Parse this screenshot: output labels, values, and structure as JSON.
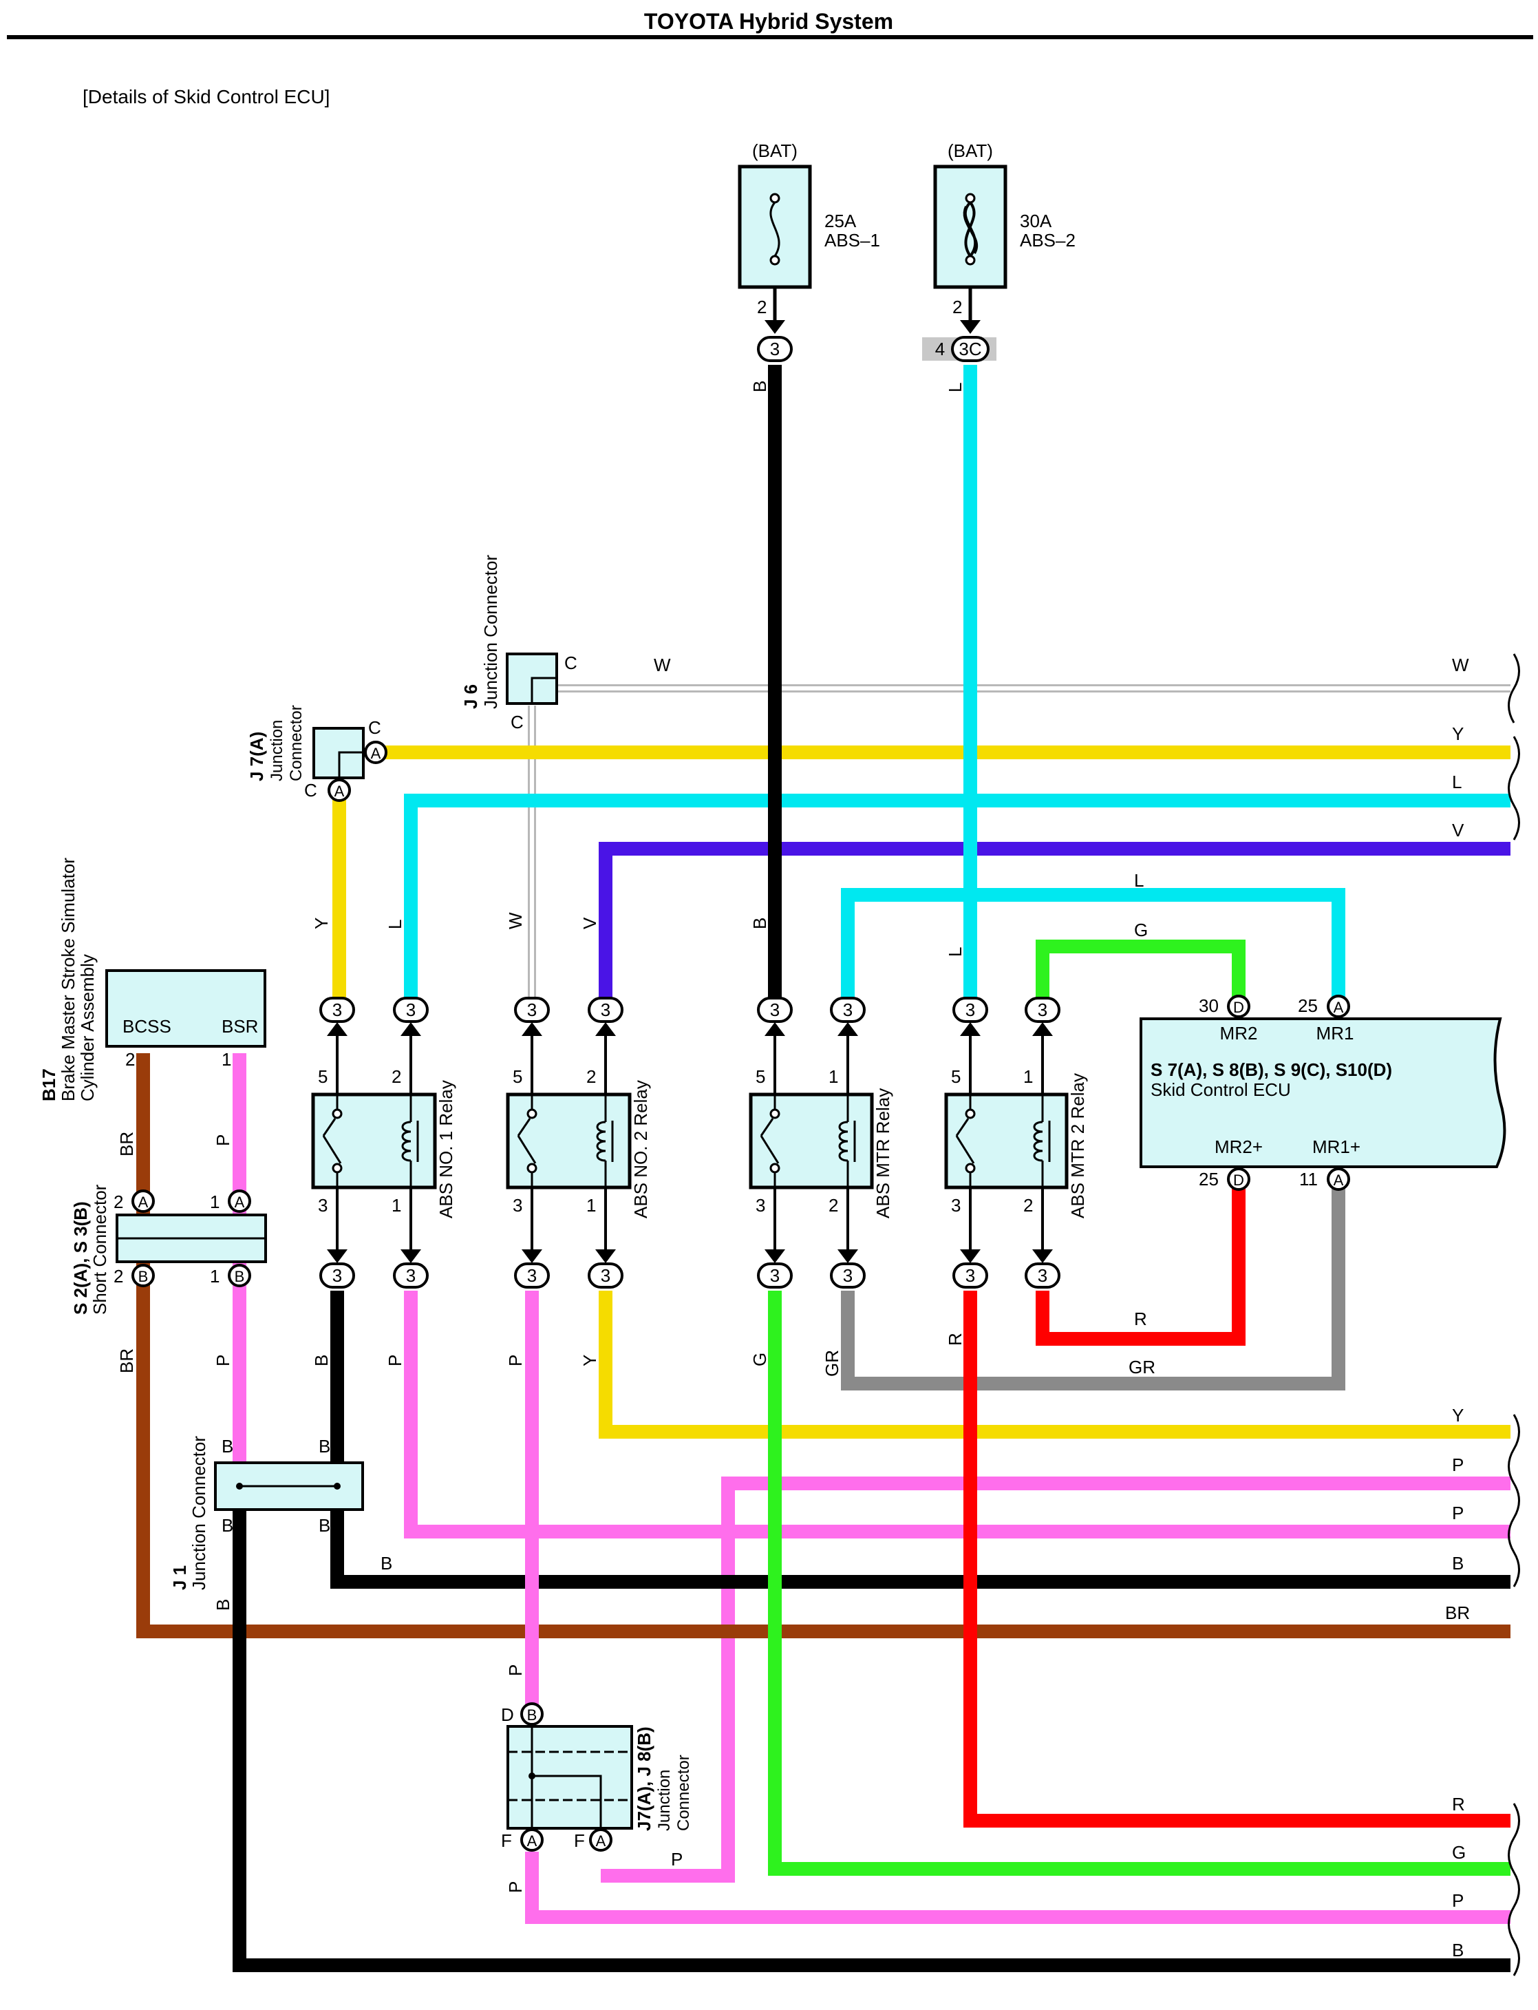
{
  "header": {
    "title": "TOYOTA Hybrid System",
    "subtitle": "[Details of Skid Control ECU]"
  },
  "colors": {
    "B": "#000000",
    "L": "#00e8f0",
    "Y": "#f5dc00",
    "V": "#4a14e6",
    "W": "#b8b8b8",
    "P": "#ff6eec",
    "G": "#2ef21e",
    "R": "#ff0000",
    "GR": "#8a8a8a",
    "BR": "#9a3c0a",
    "component_fill": "#d6f7f7"
  },
  "fuses": [
    {
      "source": "(BAT)",
      "rating": "25A",
      "name": "ABS–1",
      "pin": "2",
      "connector": "3",
      "wire": "B",
      "icon": "fuse-icon"
    },
    {
      "source": "(BAT)",
      "rating": "30A",
      "name": "ABS–2",
      "pin": "2",
      "connector": "3C",
      "connector_pin": "4",
      "wire": "L",
      "icon": "fusible-link-icon"
    }
  ],
  "junction_connectors": {
    "j6": {
      "code": "J 6",
      "name": "Junction Connector",
      "pin_right": "C",
      "pin_bottom": "C",
      "wire": "W"
    },
    "j7a": {
      "code": "J 7(A)",
      "name": "Junction Connector",
      "pin_right_letter": "C",
      "pin_right": "A",
      "pin_bottom_letter": "C",
      "pin_bottom": "A"
    },
    "j1": {
      "code": "J 1",
      "name": "Junction Connector",
      "pins": [
        "B",
        "B",
        "B",
        "B"
      ]
    },
    "j7a_j8b": {
      "code": "J7(A), J 8(B)",
      "name": "Junction Connector",
      "top_letter": "D",
      "top_pin": "B",
      "bottom_left_letter": "F",
      "bottom_left_pin": "A",
      "bottom_right_letter": "F",
      "bottom_right_pin": "A"
    }
  },
  "b17": {
    "code": "B17",
    "name_line1": "Brake Master Stroke Simulator",
    "name_line2": "Cylinder Assembly",
    "terminal_left": "BCSS",
    "terminal_right": "BSR",
    "pin_left": "2",
    "pin_right": "1"
  },
  "short_connector": {
    "code": "S 2(A), S 3(B)",
    "name": "Short Connector",
    "top_pins": [
      {
        "num": "2",
        "id": "A"
      },
      {
        "num": "1",
        "id": "A"
      }
    ],
    "bottom_pins": [
      {
        "num": "2",
        "id": "B"
      },
      {
        "num": "1",
        "id": "B"
      }
    ]
  },
  "relays": [
    {
      "name": "ABS NO. 1 Relay",
      "pins": [
        "5",
        "2",
        "3",
        "1"
      ]
    },
    {
      "name": "ABS NO. 2 Relay",
      "pins": [
        "5",
        "2",
        "3",
        "1"
      ]
    },
    {
      "name": "ABS MTR Relay",
      "pins": [
        "5",
        "1",
        "3",
        "2"
      ]
    },
    {
      "name": "ABS MTR 2 Relay",
      "pins": [
        "5",
        "1",
        "3",
        "2"
      ]
    }
  ],
  "connector_label": "3",
  "ecu": {
    "code": "S 7(A), S 8(B), S 9(C), S10(D)",
    "name": "Skid Control ECU",
    "terminals": [
      {
        "label": "MR2",
        "num": "30",
        "pin": "D"
      },
      {
        "label": "MR1",
        "num": "25",
        "pin": "A"
      },
      {
        "label": "MR2+",
        "num": "25",
        "pin": "D"
      },
      {
        "label": "MR1+",
        "num": "11",
        "pin": "A"
      }
    ]
  },
  "wire_labels": {
    "W": "W",
    "Y": "Y",
    "L": "L",
    "V": "V",
    "B": "B",
    "G": "G",
    "P": "P",
    "R": "R",
    "GR": "GR",
    "BR": "BR"
  }
}
